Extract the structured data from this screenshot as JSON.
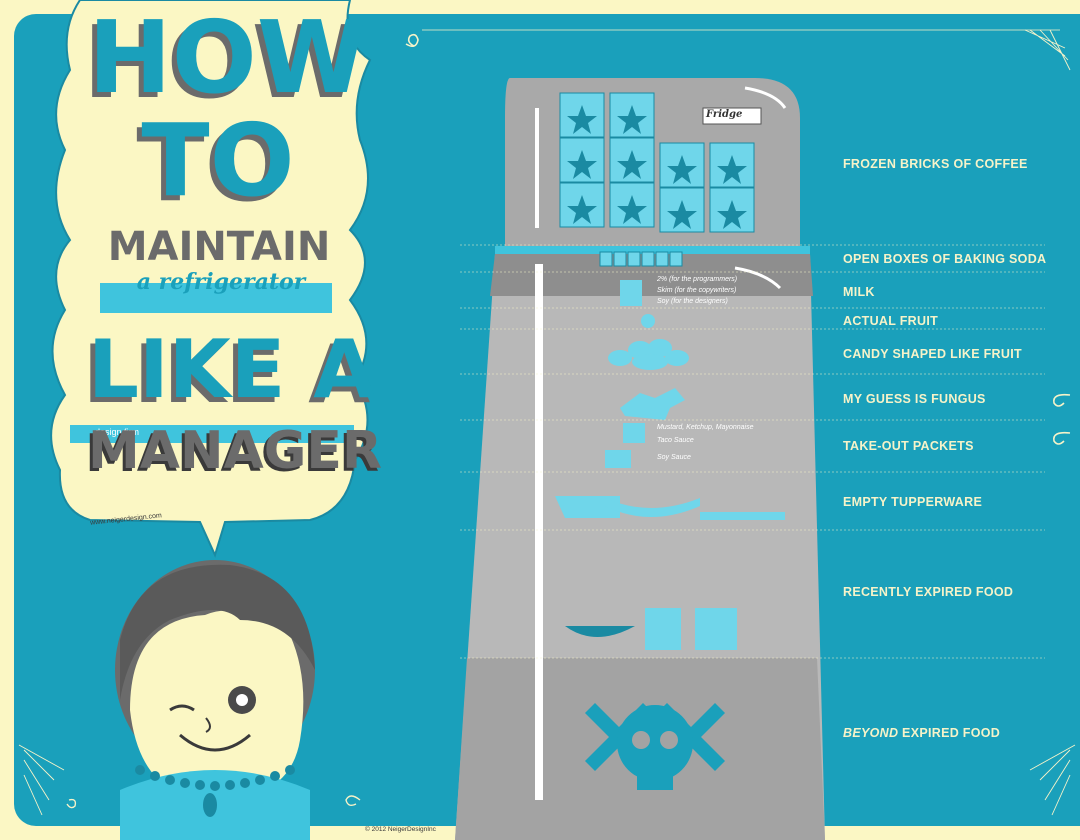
{
  "title": {
    "line1": "HOW",
    "line2": "TO",
    "line3": "MAINTAIN",
    "line4": "a refrigerator",
    "line5": "LIKE A",
    "line6": "MANAGER",
    "tag": "design firm",
    "website": "www.neigerdesign.com"
  },
  "fridge": {
    "brand": "Fridge"
  },
  "shelves": [
    {
      "label": "FROZEN BRICKS OF COFFEE"
    },
    {
      "label": "OPEN BOXES OF BAKING SODA"
    },
    {
      "label": "MILK"
    },
    {
      "label": "ACTUAL FRUIT"
    },
    {
      "label": "CANDY SHAPED LIKE FRUIT"
    },
    {
      "label": "MY GUESS IS FUNGUS"
    },
    {
      "label": "TAKE-OUT PACKETS"
    },
    {
      "label": "EMPTY TUPPERWARE"
    },
    {
      "label": "RECENTLY EXPIRED FOOD"
    },
    {
      "label_em": "BEYOND",
      "label_rest": " EXPIRED FOOD"
    }
  ],
  "milk_notes": [
    "2% (for the programmers)",
    "Skim (for the copywriters)",
    "Soy (for the designers)"
  ],
  "packet_notes": [
    "Mustard, Ketchup, Mayonnaise",
    "Taco Sauce",
    "Soy Sauce"
  ],
  "copyright": "© 2012 NeigerDesignInc",
  "colors": {
    "background": "#fbf7c4",
    "panel": "#1aa0bb",
    "fridge": "#a9a9a9",
    "accent": "#3fc4dd",
    "text": "#f6f3c9",
    "dark": "#555555"
  }
}
